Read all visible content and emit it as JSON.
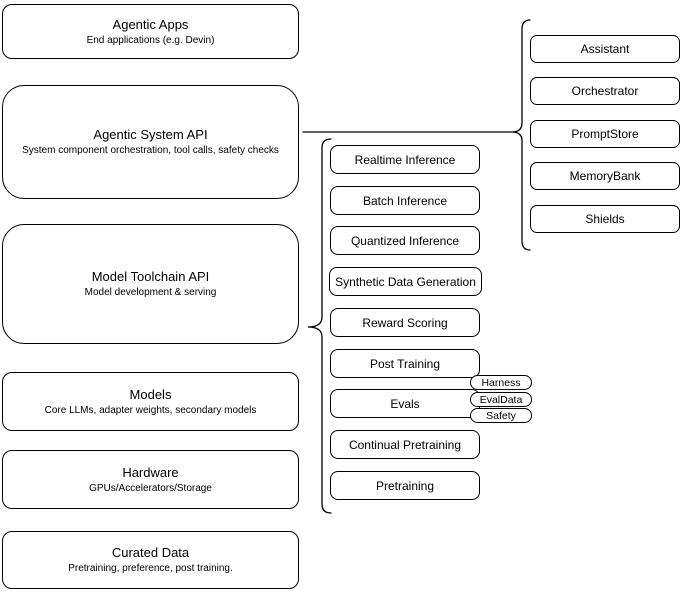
{
  "diagram": {
    "left_stack": [
      {
        "title": "Agentic Apps",
        "subtitle": "End applications (e.g. Devin)"
      },
      {
        "title": "Agentic System API",
        "subtitle": "System component orchestration, tool calls, safety checks"
      },
      {
        "title": "Model Toolchain API",
        "subtitle": "Model development & serving"
      },
      {
        "title": "Models",
        "subtitle": "Core LLMs, adapter weights, secondary models"
      },
      {
        "title": "Hardware",
        "subtitle": "GPUs/Accelerators/Storage"
      },
      {
        "title": "Curated Data",
        "subtitle": "Pretraining, preference, post training."
      }
    ],
    "toolchain_items": [
      "Realtime Inference",
      "Batch Inference",
      "Quantized Inference",
      "Synthetic Data Generation",
      "Reward Scoring",
      "Post Training",
      "Evals",
      "Continual Pretraining",
      "Pretraining"
    ],
    "eval_tags": [
      "Harness",
      "EvalData",
      "Safety"
    ],
    "system_components": [
      "Assistant",
      "Orchestrator",
      "PromptStore",
      "MemoryBank",
      "Shields"
    ],
    "colors": {
      "stroke": "#000000",
      "fill": "#ffffff",
      "text": "#000000",
      "background": "#ffffff"
    }
  }
}
